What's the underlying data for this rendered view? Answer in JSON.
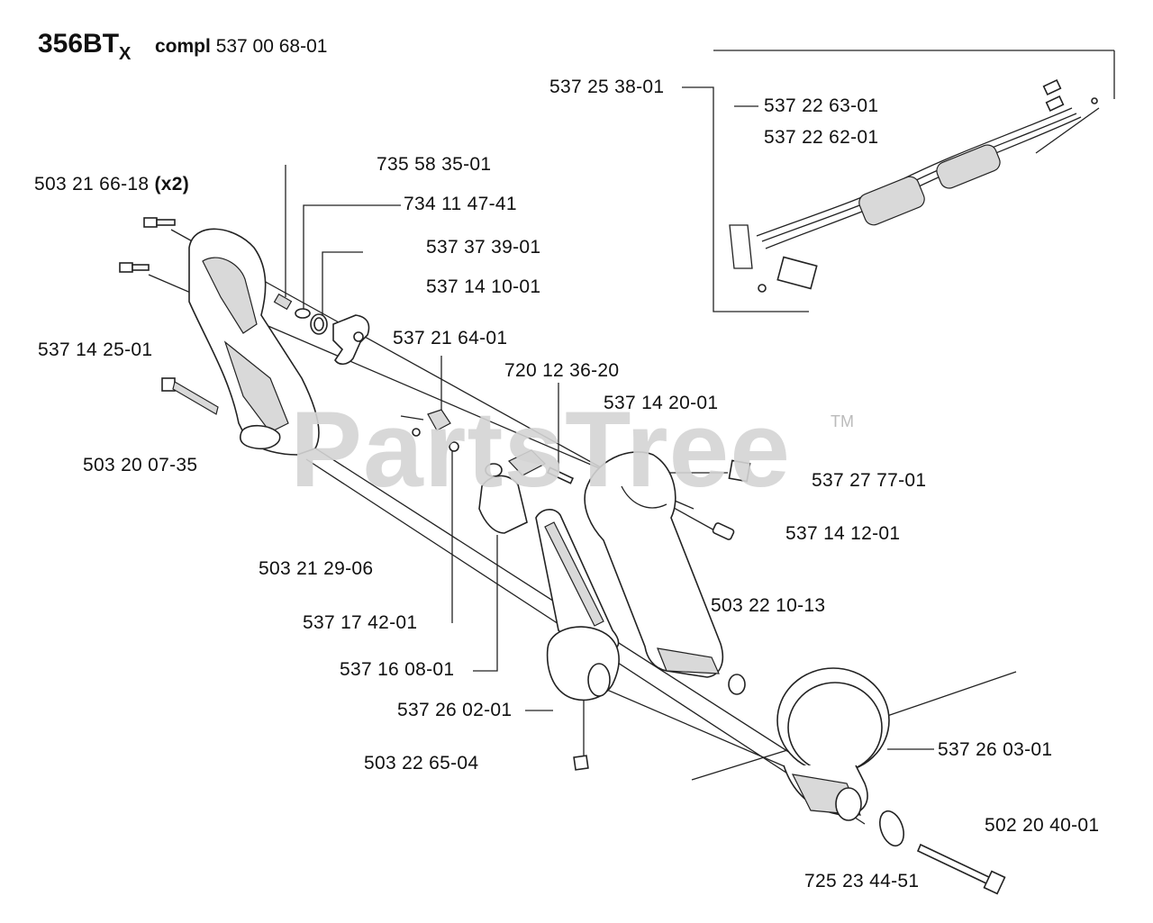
{
  "title": {
    "model": "356BT",
    "model_sub": "X",
    "compl_label": "compl",
    "compl_number": "537 00 68-01"
  },
  "watermark": {
    "text": "PartsTree",
    "tm": "TM"
  },
  "parts": [
    {
      "id": "p1",
      "number": "537 25 38-01"
    },
    {
      "id": "p2",
      "number": "537 22 63-01"
    },
    {
      "id": "p3",
      "number": "537 22 62-01"
    },
    {
      "id": "p4",
      "number": "735 58 35-01"
    },
    {
      "id": "p5",
      "number": "503 21 66-18",
      "qty": "(x2)"
    },
    {
      "id": "p6",
      "number": "734 11 47-41"
    },
    {
      "id": "p7",
      "number": "537 37 39-01"
    },
    {
      "id": "p8",
      "number": "537 14 10-01"
    },
    {
      "id": "p9",
      "number": "537 14 25-01"
    },
    {
      "id": "p10",
      "number": "537 21 64-01"
    },
    {
      "id": "p11",
      "number": "720 12 36-20"
    },
    {
      "id": "p12",
      "number": "537 14 20-01"
    },
    {
      "id": "p13",
      "number": "503 20 07-35"
    },
    {
      "id": "p14",
      "number": "537 27 77-01"
    },
    {
      "id": "p15",
      "number": "537 14 12-01"
    },
    {
      "id": "p16",
      "number": "503 21 29-06"
    },
    {
      "id": "p17",
      "number": "503 22 10-13"
    },
    {
      "id": "p18",
      "number": "537 17 42-01"
    },
    {
      "id": "p19",
      "number": "537 16 08-01"
    },
    {
      "id": "p20",
      "number": "537 26 02-01"
    },
    {
      "id": "p21",
      "number": "537 26 03-01"
    },
    {
      "id": "p22",
      "number": "503 22 65-04"
    },
    {
      "id": "p23",
      "number": "502 20 40-01"
    },
    {
      "id": "p24",
      "number": "725 23 44-51"
    }
  ]
}
